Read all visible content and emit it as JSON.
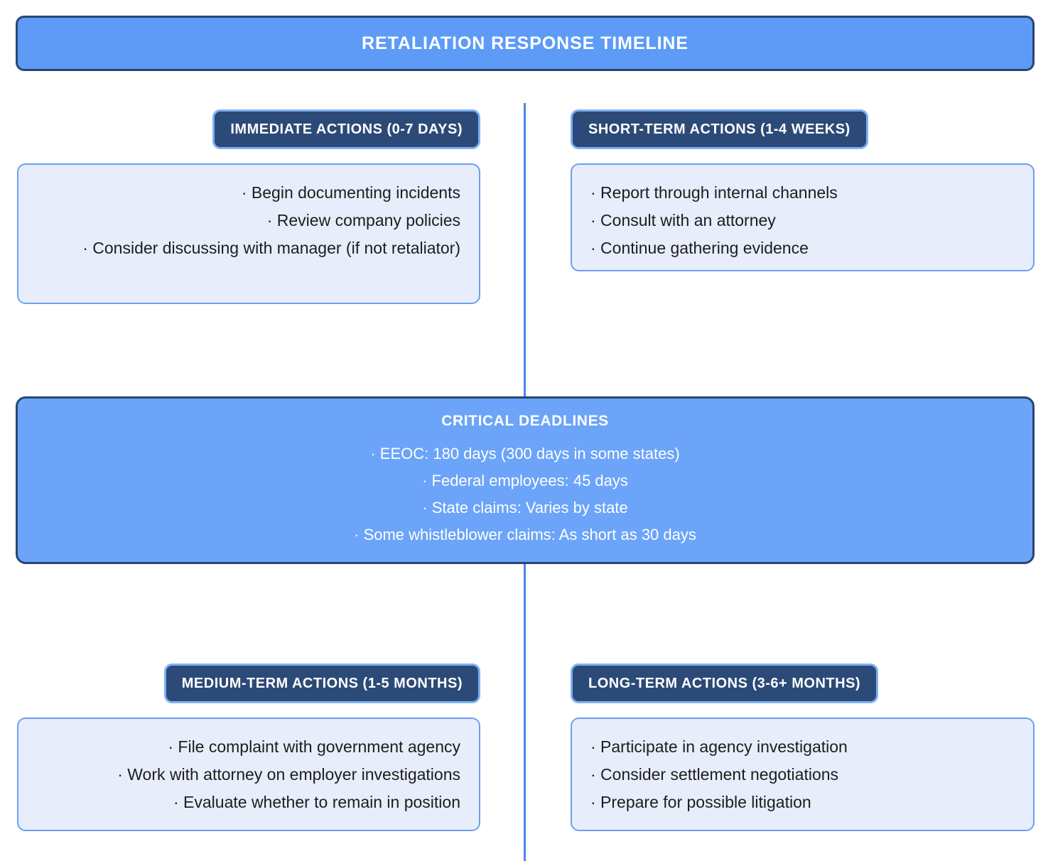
{
  "title_banner": {
    "text": "RETALIATION RESPONSE TIMELINE",
    "background": "#5d9bf7",
    "border": "#274673",
    "text_color": "#ffffff"
  },
  "phases": {
    "immediate": {
      "badge": "IMMEDIATE ACTIONS (0-7 DAYS)",
      "items": [
        "· Begin documenting incidents",
        "· Review company policies",
        "· Consider discussing with manager (if not retaliator)"
      ]
    },
    "short_term": {
      "badge": "SHORT-TERM ACTIONS (1-4 WEEKS)",
      "items": [
        "· Report through internal channels",
        "· Consult with an attorney",
        "· Continue gathering evidence"
      ]
    },
    "medium_term": {
      "badge": "MEDIUM-TERM ACTIONS (1-5 MONTHS)",
      "items": [
        "· File complaint with government agency",
        "· Work with attorney on employer investigations",
        "· Evaluate whether to remain in position"
      ]
    },
    "long_term": {
      "badge": "LONG-TERM ACTIONS (3-6+ MONTHS)",
      "items": [
        "· Participate in agency investigation",
        "· Consider settlement negotiations",
        "· Prepare for possible litigation"
      ]
    }
  },
  "critical_deadlines": {
    "heading": "CRITICAL DEADLINES",
    "items": [
      "· EEOC: 180 days (300 days in some states)",
      "· Federal employees: 45 days",
      "· State claims: Varies by state",
      "· Some whistleblower claims: As short as 30 days"
    ],
    "background": "#6ba4f8",
    "border": "#274673",
    "text_color": "#ffffff"
  },
  "theme": {
    "badge_background": "#2c4a77",
    "badge_border": "#7fb0f5",
    "content_background": "#e7edfb",
    "content_border": "#6e9ef0",
    "divider_color": "#4a86e8",
    "page_background": "#ffffff"
  }
}
